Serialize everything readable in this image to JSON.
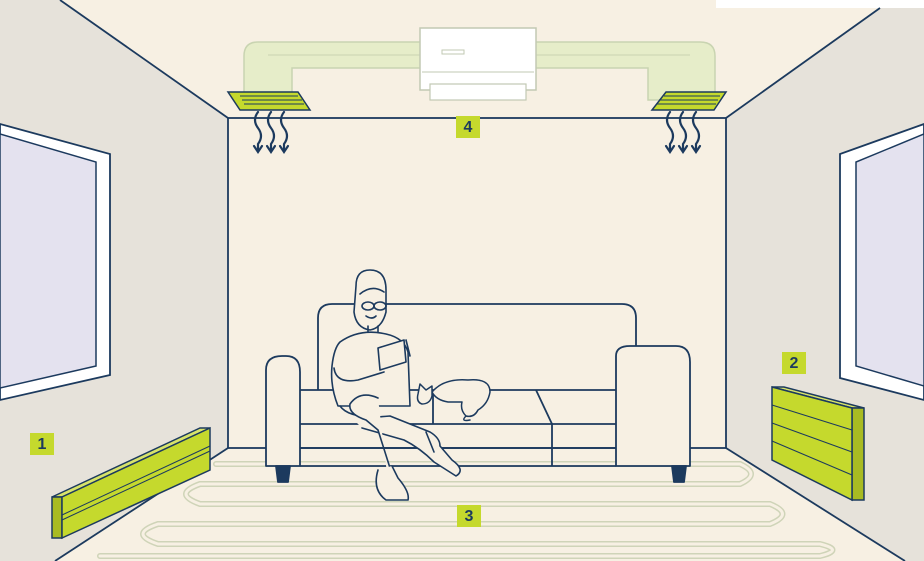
{
  "labels": {
    "baseboard": "1",
    "wall_panel": "2",
    "floor_heating": "3",
    "ducted_ac": "4"
  },
  "colors": {
    "outline": "#1c3a5e",
    "accent": "#c5d92d",
    "duct": "#e6edc9",
    "wall": "#f7f0e3",
    "side_wall": "#e6e2da",
    "window": "#e4e2ef"
  }
}
